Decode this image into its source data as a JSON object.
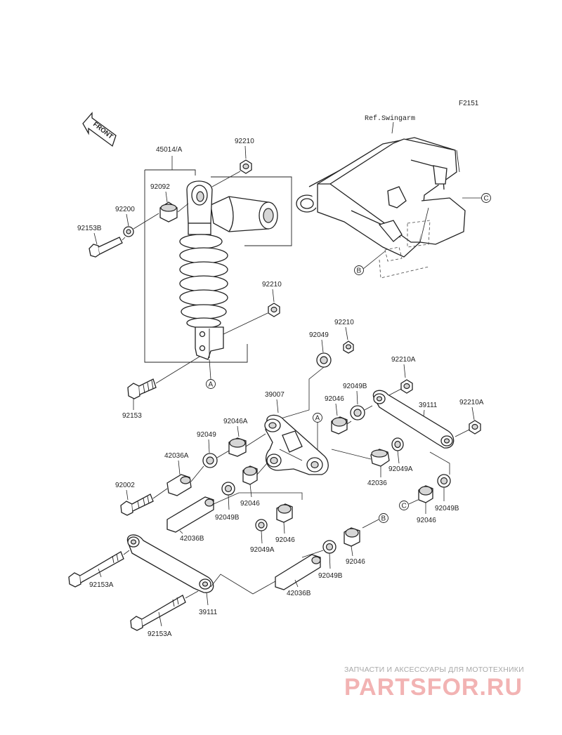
{
  "figure_code": "F2151",
  "front_marker": "FRONT",
  "ref_label": "Ref.Swingarm",
  "callouts": {
    "a": "A",
    "b": "B",
    "c": "C"
  },
  "parts": {
    "p45014a": "45014/A",
    "p92210": "92210",
    "p92092": "92092",
    "p92200": "92200",
    "p92153b": "92153B",
    "p92153": "92153",
    "p92049": "92049",
    "p39007": "39007",
    "p92049b": "92049B",
    "p92046": "92046",
    "p92210a": "92210A",
    "p39111": "39111",
    "p92046a": "92046A",
    "p42036a": "42036A",
    "p42036": "42036",
    "p92049a": "92049A",
    "p92002": "92002",
    "p42036b": "42036B",
    "p92153a": "92153A"
  },
  "watermark": {
    "tagline": "ЗАПЧАСТИ И АКСЕССУАРЫ ДЛЯ МОТОТЕХНИКИ",
    "logo": "PARTSFOR.RU"
  }
}
